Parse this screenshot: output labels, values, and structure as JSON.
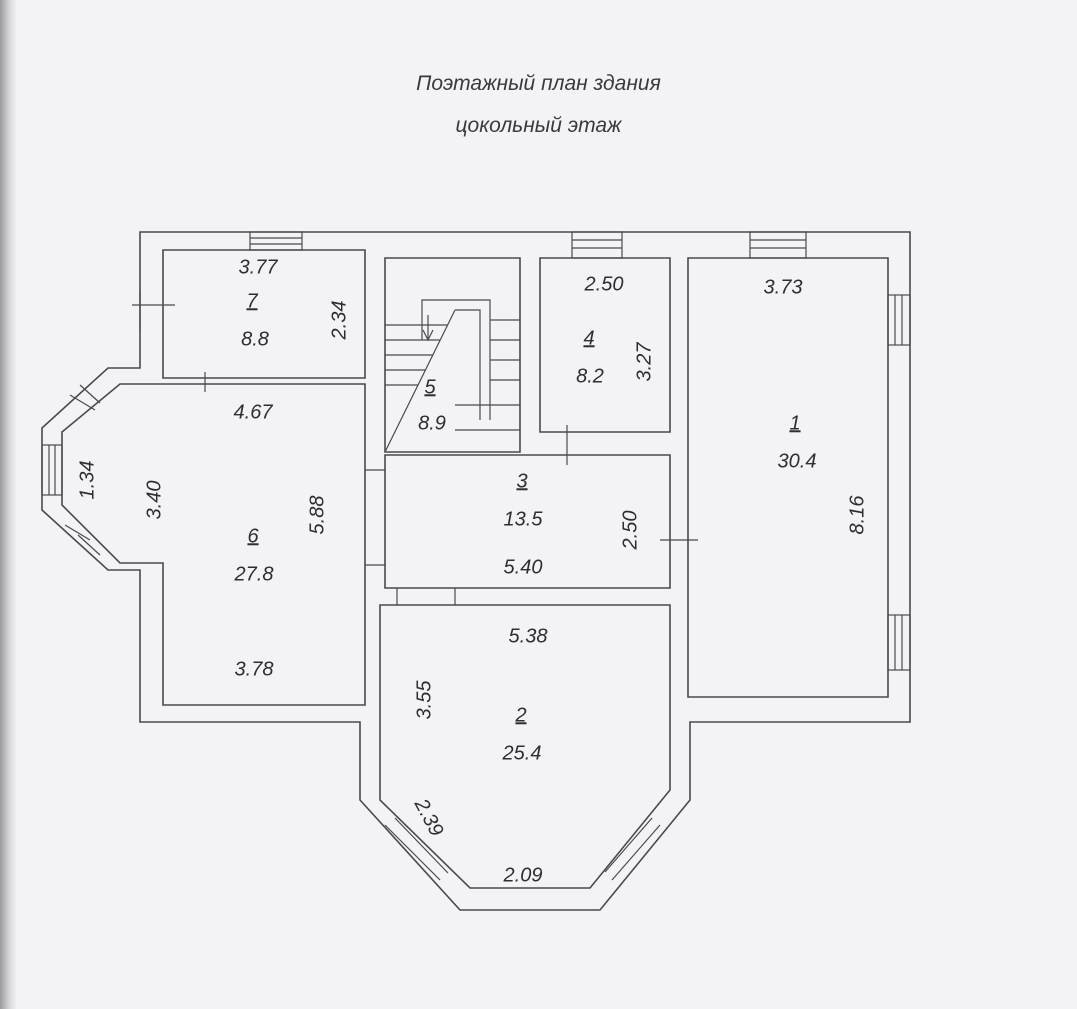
{
  "title": {
    "line1": "Поэтажный план здания",
    "line2": "цокольный этаж"
  },
  "rooms": [
    {
      "number": "1",
      "area": "30.4",
      "dims": [
        "3.73",
        "8.16"
      ]
    },
    {
      "number": "2",
      "area": "25.4",
      "dims": [
        "5.38",
        "3.55",
        "2.39",
        "2.09"
      ]
    },
    {
      "number": "3",
      "area": "13.5",
      "dims": [
        "5.40",
        "2.50"
      ]
    },
    {
      "number": "4",
      "area": "8.2",
      "dims": [
        "2.50",
        "3.27"
      ]
    },
    {
      "number": "5",
      "area": "8.9",
      "dims": []
    },
    {
      "number": "6",
      "area": "27.8",
      "dims": [
        "4.67",
        "3.40",
        "5.88",
        "3.78",
        "1.34"
      ]
    },
    {
      "number": "7",
      "area": "8.8",
      "dims": [
        "3.77",
        "2.34"
      ]
    }
  ]
}
